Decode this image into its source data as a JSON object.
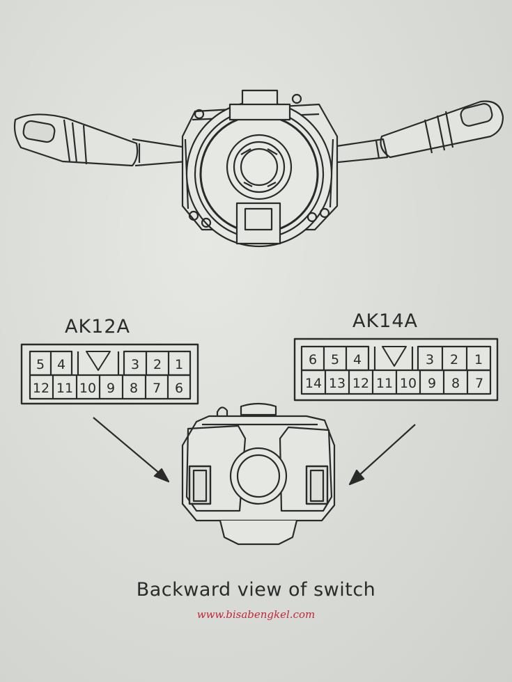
{
  "connectors": {
    "left": {
      "label": "AK12A",
      "top_row": [
        "5",
        "4",
        "",
        "3",
        "2",
        "1"
      ],
      "bottom_row": [
        "12",
        "11",
        "10",
        "9",
        "8",
        "7",
        "6"
      ]
    },
    "right": {
      "label": "AK14A",
      "top_row": [
        "6",
        "5",
        "4",
        "",
        "3",
        "2",
        "1"
      ],
      "bottom_row": [
        "14",
        "13",
        "12",
        "11",
        "10",
        "9",
        "8",
        "7"
      ]
    }
  },
  "caption": "Backward view of switch",
  "watermark": "www.bisabengkel.com"
}
